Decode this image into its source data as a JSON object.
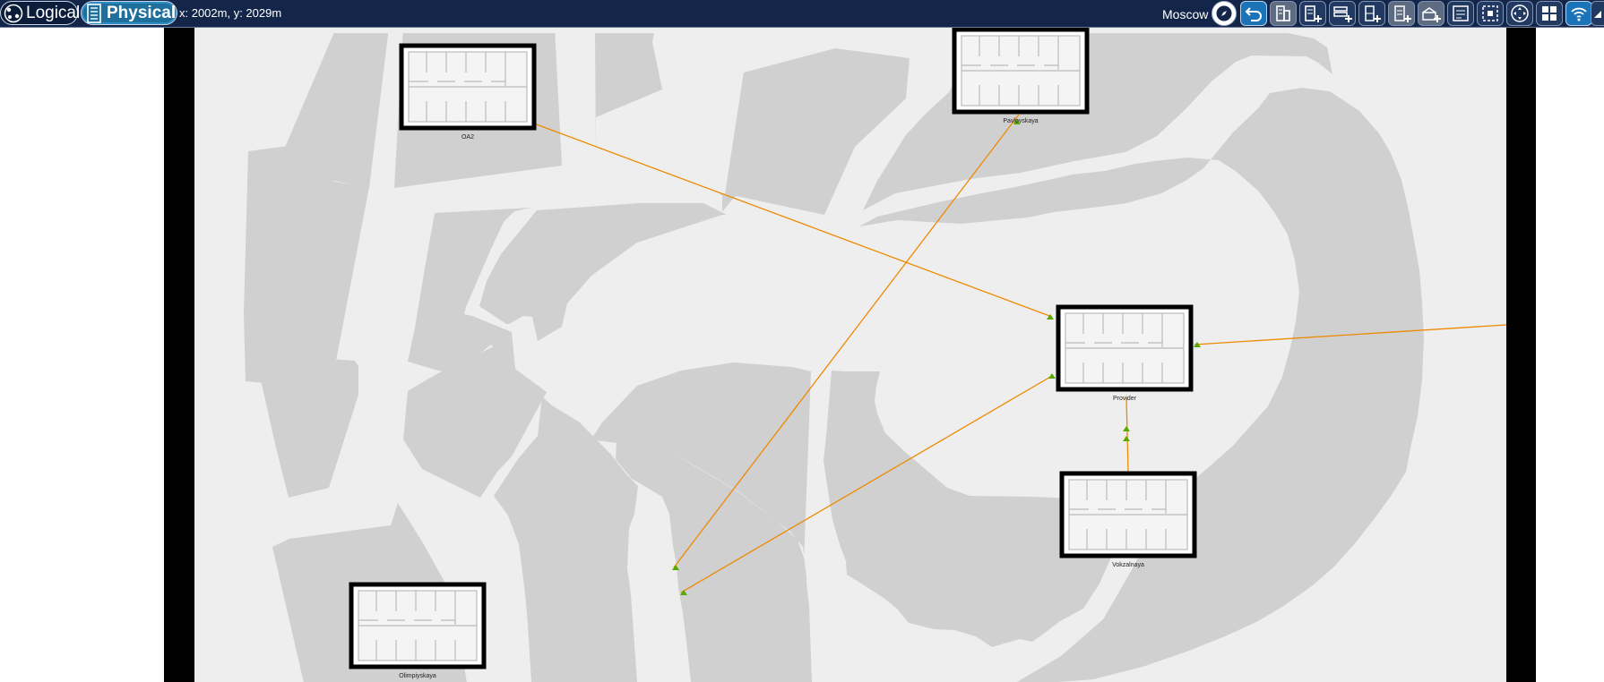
{
  "modes": {
    "logical_label": "Logical",
    "physical_label": "Physical"
  },
  "cursor_readout": "x: 2002m, y: 2029m",
  "location": "Moscow",
  "toolbar_icons": [
    "compass-icon",
    "undo-icon",
    "building-list-icon",
    "add-building-icon",
    "add-rack-icon",
    "add-floor-icon",
    "add-closet-icon",
    "add-room-icon",
    "notes-icon",
    "select-area-icon",
    "move-icon",
    "grid-view-icon",
    "wireless-icon",
    "collapse-icon"
  ],
  "buildings": [
    {
      "id": "b-oa2",
      "label": "OA2"
    },
    {
      "id": "b-pavlovskaya",
      "label": "Pavlovskaya"
    },
    {
      "id": "b-provider",
      "label": "Provider"
    },
    {
      "id": "b-vokzalnaya",
      "label": "Vokzalnaya"
    },
    {
      "id": "b-olimpiyskaya",
      "label": "Olimpiyskaya"
    }
  ],
  "colors": {
    "topbar": "#13264a",
    "link": "#ee8a00",
    "link_end": "#55aa00",
    "road": "#eeeeee",
    "block": "#d0d0d0"
  }
}
